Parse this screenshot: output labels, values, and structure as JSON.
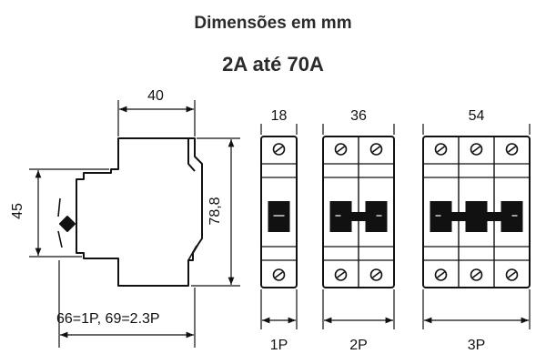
{
  "header": {
    "title": "Dimensões em mm",
    "subtitle": "2A até 70A"
  },
  "side_view": {
    "width": "40",
    "height_left": "45",
    "height_right": "78,8",
    "depth_note": "66=1P, 69=2.3P"
  },
  "front_views": [
    {
      "width": "18",
      "poles_label": "1P",
      "poles": 1
    },
    {
      "width": "36",
      "poles_label": "2P",
      "poles": 2
    },
    {
      "width": "54",
      "poles_label": "3P",
      "poles": 3
    }
  ]
}
